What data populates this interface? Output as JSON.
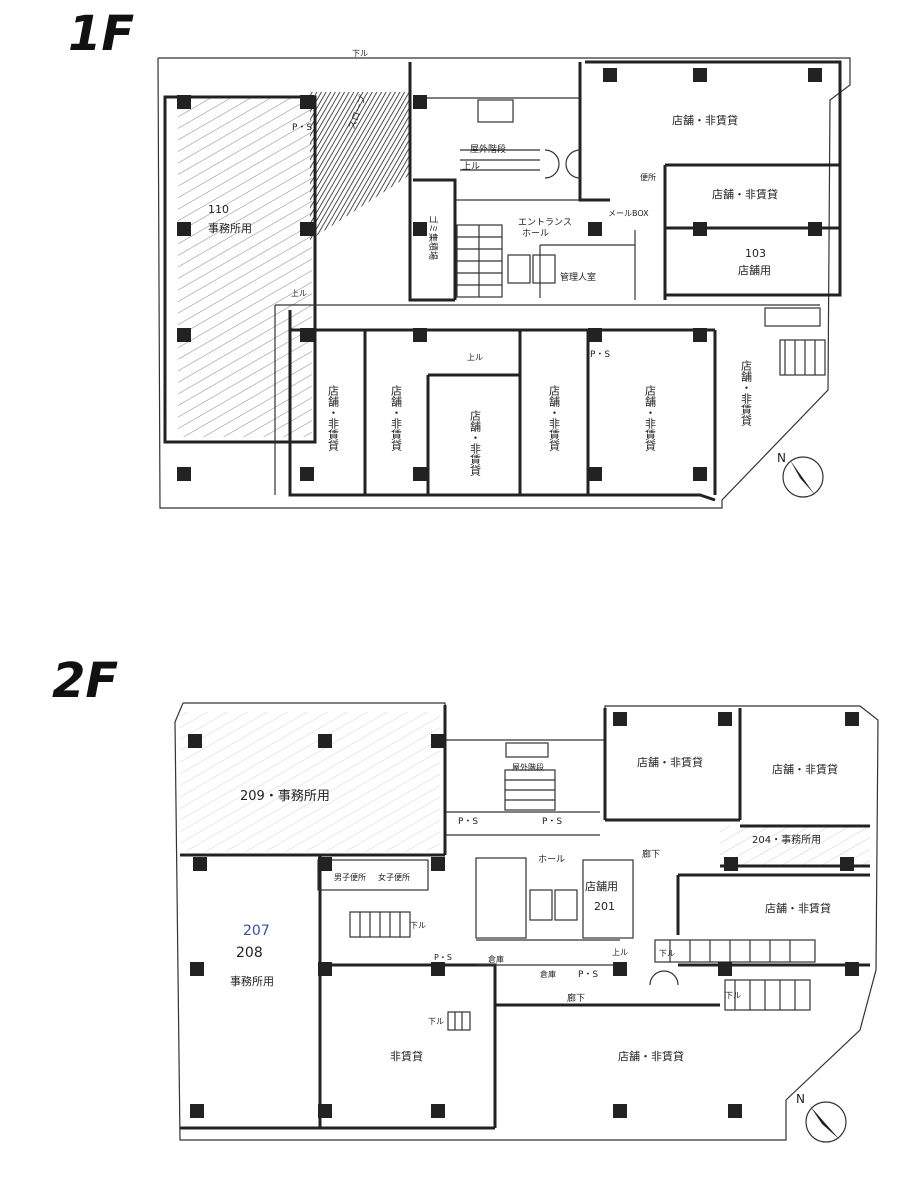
{
  "floor1": {
    "label": "1F",
    "rooms": {
      "r110_num": "110",
      "r110_use": "事務所用",
      "slope": "スロープ",
      "ps_a": "P・S",
      "ps_b": "P・S",
      "ext_stair": "屋外階段",
      "up": "上ル",
      "down_top": "下ル",
      "up_left": "上ル",
      "up_mid": "上ル",
      "trash": "ゴミ集積場",
      "entrance": "エントランス\nホール",
      "mailbox": "メールBOX",
      "toilet": "便所",
      "manager": "管理人室",
      "shop_top": "店舗・非賃貸",
      "shop_mid": "店舗・非賃貸",
      "r103_num": "103",
      "r103_use": "店舗用",
      "s1": "店舗・非賃貸",
      "s2": "店舗・非賃貸",
      "s3": "店舗・非賃貸",
      "s4": "店舗・非賃貸",
      "s5": "店舗・非賃貸",
      "s6": "店舗・非賃貸"
    },
    "north": "N"
  },
  "floor2": {
    "label": "2F",
    "rooms": {
      "r209": "209・事務所用",
      "ext_stair": "屋外階段",
      "ps_a": "P・S",
      "ps_b": "P・S",
      "ps_c": "P・S",
      "ps_d": "P・S",
      "hall": "ホール",
      "corridor_top": "廊下",
      "corridor_bottom": "廊下",
      "shop_a": "店舗・非賃貸",
      "shop_b": "店舗・非賃貸",
      "r204": "204・事務所用",
      "mens": "男子便所",
      "womens": "女子便所",
      "r201_use": "店舗用",
      "r201_num": "201",
      "shop_c": "店舗・非賃貸",
      "r207": "207",
      "r208": "208",
      "r208_use": "事務所用",
      "down1": "下ル",
      "down2": "下ル",
      "down3": "下ル",
      "down4": "下ル",
      "up1": "上ル",
      "kitchen1": "倉庫",
      "kitchen2": "倉庫",
      "non_rent": "非賃貸",
      "shop_d": "店舗・非賃貸"
    },
    "north": "N"
  }
}
